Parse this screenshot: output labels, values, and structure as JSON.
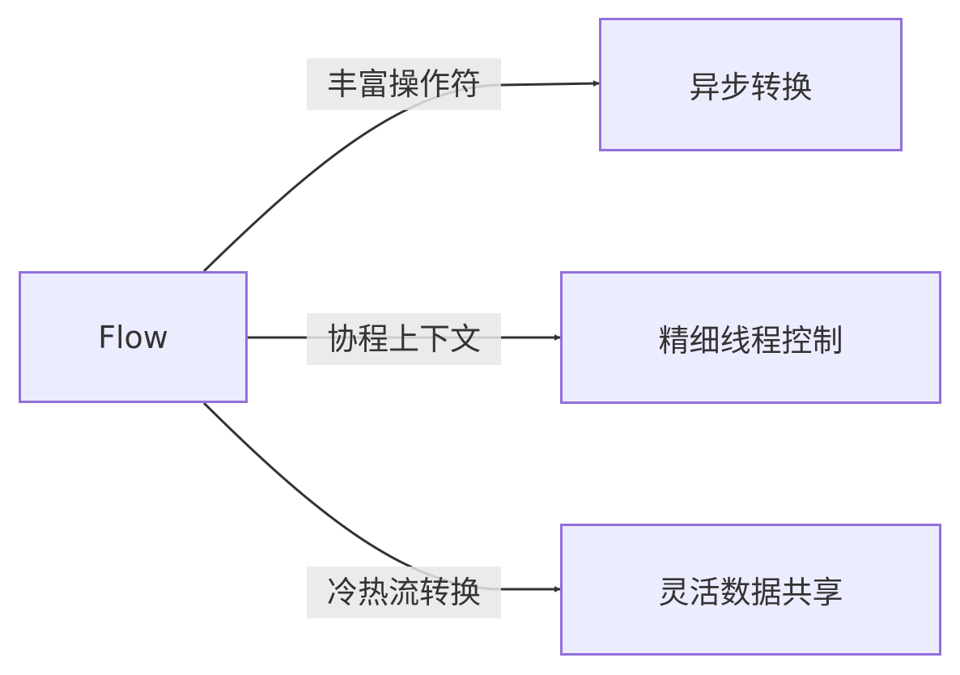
{
  "diagram": {
    "colors": {
      "node_fill": "#ECECFF",
      "node_border": "#9370DB",
      "edge": "#333333",
      "label_bg": "#E8E8E8",
      "text": "#333333"
    },
    "nodes": {
      "flow": "Flow",
      "async": "异步转换",
      "thread": "精细线程控制",
      "share": "灵活数据共享"
    },
    "edges": {
      "top": "丰富操作符",
      "middle": "协程上下文",
      "bottom": "冷热流转换"
    }
  }
}
